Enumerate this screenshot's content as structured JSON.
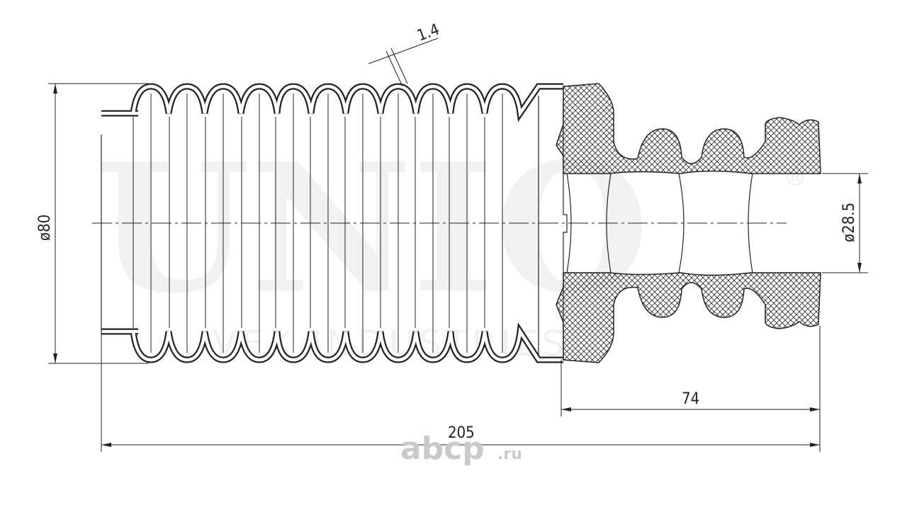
{
  "watermark": {
    "brand": "UNIO",
    "registered": "®",
    "subtitle": "VEX INDUSTRIES"
  },
  "dimensions": {
    "wall_thickness": "1.4",
    "outer_diameter": "ø80",
    "inner_diameter": "ø28.5",
    "bumper_length": "74",
    "total_length": "205"
  },
  "site_watermark": {
    "name": "abcp",
    "suffix": ".ru"
  }
}
